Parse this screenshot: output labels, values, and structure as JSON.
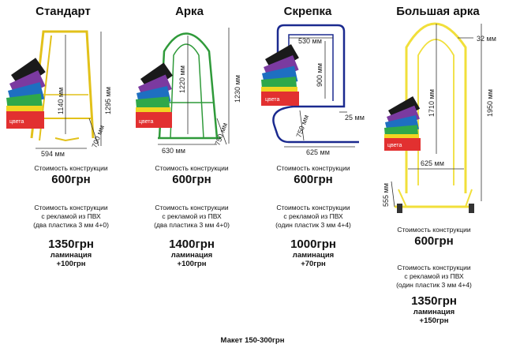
{
  "products": [
    {
      "title": "Стандарт",
      "cost_label": "Стоимость конструкции",
      "base_price": "600грн",
      "ad_line1": "Стоимость конструкции",
      "ad_line2": "с рекламой из ПВХ",
      "ad_line3": "(два пластика 3 мм 4+0)",
      "ad_price": "1350грн",
      "lam_line1": "ламинация",
      "lam_line2": "+100грн",
      "dims": {
        "height_inner": "1140 мм",
        "height": "1295 мм",
        "width": "594 мм",
        "depth": "700 мм"
      },
      "frame_color": "#f2d21a"
    },
    {
      "title": "Арка",
      "cost_label": "Стоимость конструкции",
      "base_price": "600грн",
      "ad_line1": "Стоимость конструкции",
      "ad_line2": "с рекламой из ПВХ",
      "ad_line3": "(два пластика 3 мм 4+0)",
      "ad_price": "1400грн",
      "lam_line1": "ламинация",
      "lam_line2": "+100грн",
      "dims": {
        "height_inner": "1220 мм",
        "height": "1230 мм",
        "width": "630 мм",
        "depth": "750 мм"
      },
      "frame_color": "#2f9a3a"
    },
    {
      "title": "Скрепка",
      "cost_label": "Стоимость конструкции",
      "base_price": "600грн",
      "ad_line1": "Стоимость конструкции",
      "ad_line2": "с рекламой из ПВХ",
      "ad_line3": "(один пластик 3 мм 4+4)",
      "ad_price": "1000грн",
      "lam_line1": "ламинация",
      "lam_line2": "+70грн",
      "dims": {
        "top_width": "530 мм",
        "height": "900 мм",
        "diameter": "25 мм",
        "depth": "750 мм",
        "width": "625 мм"
      },
      "frame_color": "#1b2a8f"
    },
    {
      "title": "Большая арка",
      "cost_label": "Стоимость конструкции",
      "base_price": "600грн",
      "ad_line1": "Стоимость конструкции",
      "ad_line2": "с рекламой из ПВХ",
      "ad_line3": "(один пластик 3 мм 4+4)",
      "ad_price": "1350грн",
      "lam_line1": "ламинация",
      "lam_line2": "+150грн",
      "dims": {
        "diameter": "32 мм",
        "height_inner": "1710 мм",
        "height": "1950 мм",
        "width": "625 мм",
        "depth": "555 мм"
      },
      "frame_color": "#f4e23a"
    }
  ],
  "sample_label": "цвета",
  "footer": "Макет 150-300грн"
}
